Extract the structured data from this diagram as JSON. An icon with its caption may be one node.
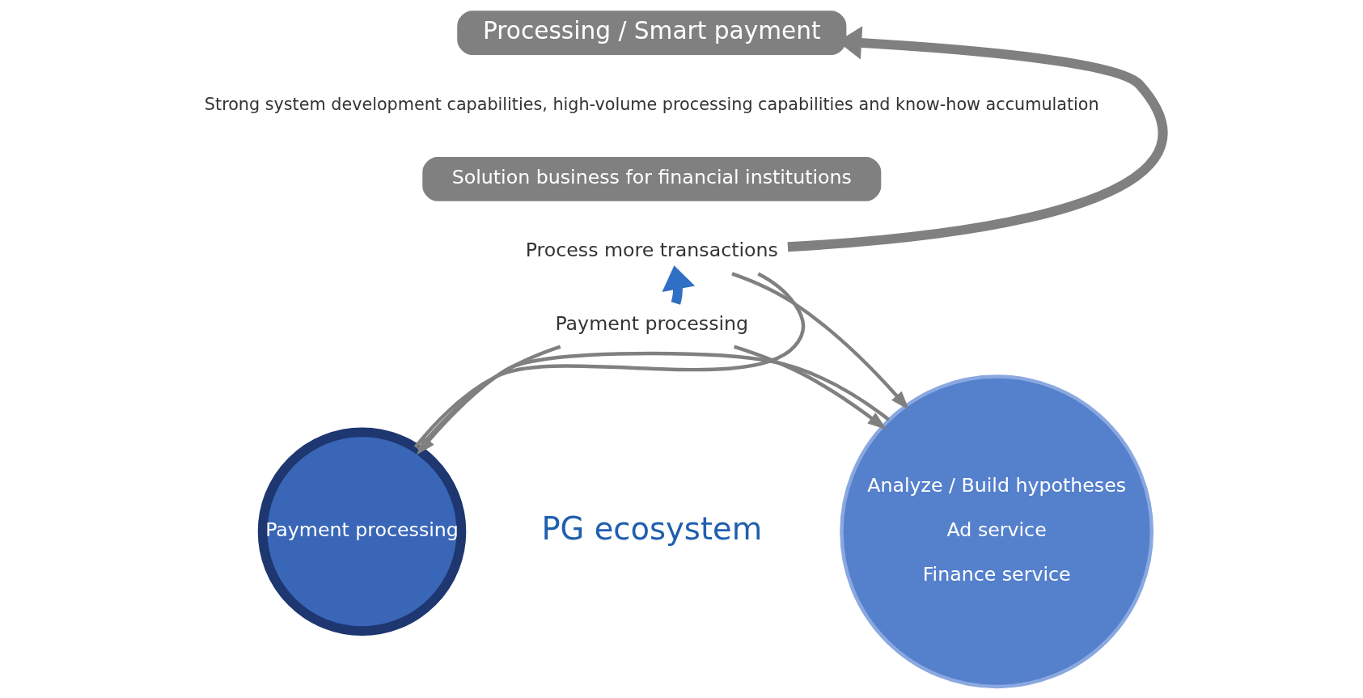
{
  "diagram": {
    "nodes": [
      {
        "text": [
          "Processing / Smart payment"
        ]
      },
      {
        "text": [
          "Solution business for financial institutions"
        ]
      },
      {
        "text": [
          "Process more transactions"
        ]
      },
      {
        "text": [
          "Payment processing"
        ]
      },
      {
        "text": [
          "Payment processing"
        ]
      },
      {
        "text": [
          "Analyze / Build hypotheses",
          "Ad service",
          "Finance service"
        ]
      }
    ],
    "edges": [
      {
        "from": 2,
        "to": 0,
        "arrow": "to",
        "style": "thick"
      },
      {
        "from": 3,
        "to": 2,
        "arrow": "to",
        "style": "thick",
        "color": "#2f6fc4"
      },
      {
        "from": 4,
        "to": 2,
        "arrow": "none"
      },
      {
        "from": 2,
        "to": 5,
        "arrow": "to"
      },
      {
        "from": 4,
        "to": 3,
        "arrow": "none"
      },
      {
        "from": 3,
        "to": 5,
        "arrow": "to"
      },
      {
        "from": 5,
        "to": 4,
        "arrow": "to"
      }
    ],
    "labels": [
      "Strong system development capabilities, high-volume processing capabilities and know-how accumulation",
      "PG ecosystem"
    ]
  }
}
